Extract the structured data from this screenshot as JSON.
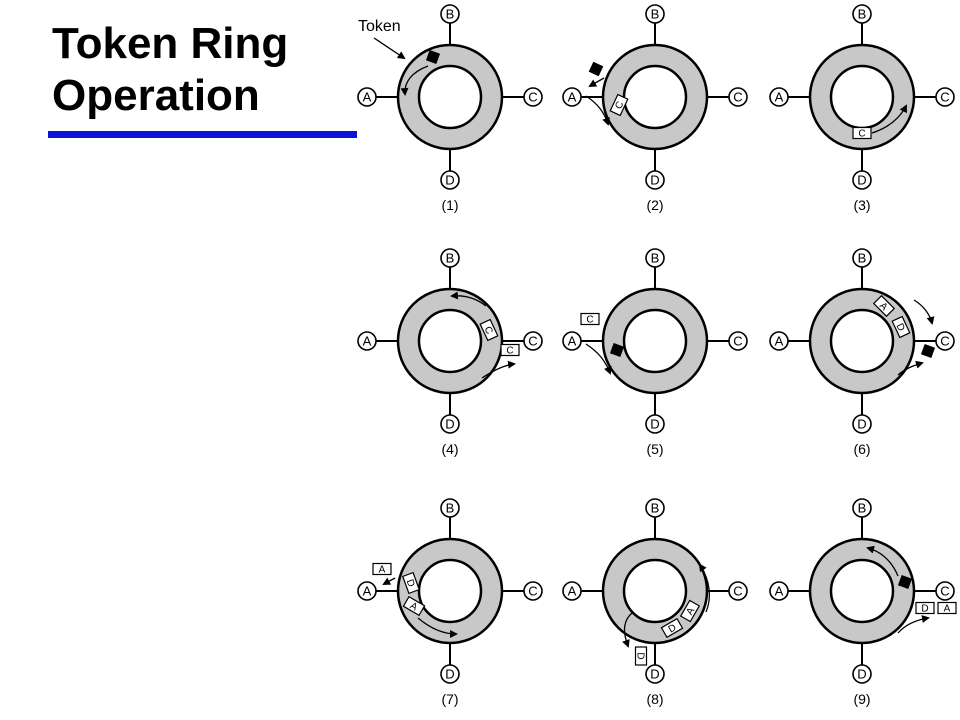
{
  "slide": {
    "title_line1": "Token Ring",
    "title_line2": "Operation",
    "underline_color": "#0a14d9"
  },
  "diagram": {
    "token_label": "Token",
    "ring_fill_color": "#c8c8c8",
    "token_color": "#000000",
    "stations": [
      "A",
      "B",
      "C",
      "D"
    ],
    "panels": [
      {
        "caption": "(1)",
        "token": true,
        "frames": []
      },
      {
        "caption": "(2)",
        "token": true,
        "frames": [
          "C"
        ]
      },
      {
        "caption": "(3)",
        "token": false,
        "frames": [
          "C"
        ]
      },
      {
        "caption": "(4)",
        "token": false,
        "frames": [
          "C",
          "C"
        ]
      },
      {
        "caption": "(5)",
        "token": true,
        "frames": [
          "C"
        ]
      },
      {
        "caption": "(6)",
        "token": true,
        "frames": [
          "A",
          "D"
        ]
      },
      {
        "caption": "(7)",
        "token": false,
        "frames": [
          "A",
          "D",
          "A"
        ]
      },
      {
        "caption": "(8)",
        "token": false,
        "frames": [
          "A",
          "D",
          "D"
        ]
      },
      {
        "caption": "(9)",
        "token": true,
        "frames": [
          "D",
          "A"
        ]
      }
    ]
  }
}
